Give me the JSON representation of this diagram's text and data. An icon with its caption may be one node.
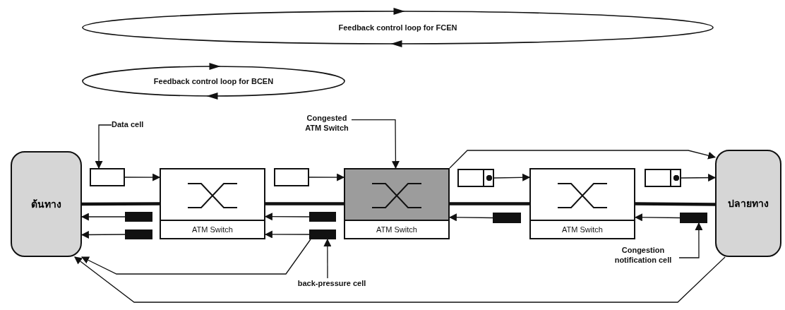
{
  "diagram": {
    "nodes": [
      {
        "text": [
          "Feedback control loop for FCEN"
        ]
      },
      {
        "text": [
          "Feedback control loop for BCEN"
        ]
      },
      {
        "text": [
          "Data cell"
        ]
      },
      {
        "text": [
          "Congested ATM Switch"
        ]
      },
      {
        "text": [
          "ต้นทาง"
        ]
      },
      {
        "text": [],
        "shape": "box"
      },
      {
        "text": [
          "ATM Switch"
        ]
      },
      {
        "text": [],
        "shape": "box"
      },
      {
        "text": [
          "ATM Switch"
        ]
      },
      {
        "text": [],
        "shape": "box"
      },
      {
        "text": [
          "ATM Switch"
        ]
      },
      {
        "text": [],
        "shape": "box"
      },
      {
        "text": [
          "ปลายทาง"
        ]
      },
      {
        "text": [],
        "shape": "box"
      },
      {
        "text": [],
        "shape": "box"
      },
      {
        "text": [],
        "shape": "box"
      },
      {
        "text": [],
        "shape": "box"
      },
      {
        "text": [],
        "shape": "box"
      },
      {
        "text": [],
        "shape": "box"
      },
      {
        "text": [
          "back-pressure cell"
        ]
      },
      {
        "text": [
          "Congestion notification cell"
        ]
      }
    ],
    "edges": [
      {
        "from": 2,
        "to": 5,
        "arrow": "to"
      },
      {
        "from": 3,
        "to": 8,
        "arrow": "to"
      },
      {
        "from": 4,
        "to": 6,
        "arrow": "none",
        "style": "thick"
      },
      {
        "from": 6,
        "to": 8,
        "arrow": "none",
        "style": "thick"
      },
      {
        "from": 8,
        "to": 10,
        "arrow": "none",
        "style": "thick"
      },
      {
        "from": 10,
        "to": 12,
        "arrow": "none",
        "style": "thick"
      },
      {
        "from": 5,
        "to": 6,
        "arrow": "to"
      },
      {
        "from": 7,
        "to": 8,
        "arrow": "to"
      },
      {
        "from": 9,
        "to": 10,
        "arrow": "to"
      },
      {
        "from": 11,
        "to": 12,
        "arrow": "to"
      },
      {
        "from": 13,
        "to": 4,
        "arrow": "to"
      },
      {
        "from": 14,
        "to": 4,
        "arrow": "to"
      },
      {
        "from": 15,
        "to": 6,
        "arrow": "to"
      },
      {
        "from": 16,
        "to": 6,
        "arrow": "to"
      },
      {
        "from": 17,
        "to": 8,
        "arrow": "to"
      },
      {
        "from": 18,
        "to": 10,
        "arrow": "to"
      },
      {
        "from": 19,
        "to": 16,
        "arrow": "to"
      },
      {
        "from": 20,
        "to": 18,
        "arrow": "to"
      },
      {
        "from": 16,
        "to": 4,
        "arrow": "to"
      },
      {
        "from": 8,
        "to": 12,
        "arrow": "to"
      },
      {
        "from": 12,
        "to": 4,
        "arrow": "to"
      }
    ]
  }
}
